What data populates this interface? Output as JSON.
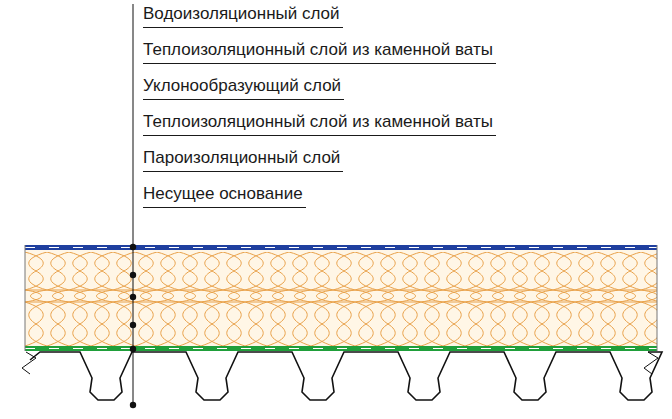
{
  "diagram": {
    "labels": [
      "Водоизоляционный слой",
      "Теплоизоляционный слой из каменной ваты",
      "Уклонообразующий слой",
      "Теплоизоляционный слой из каменной ваты",
      "Пароизоляционный слой",
      "Несущее основание"
    ]
  }
}
